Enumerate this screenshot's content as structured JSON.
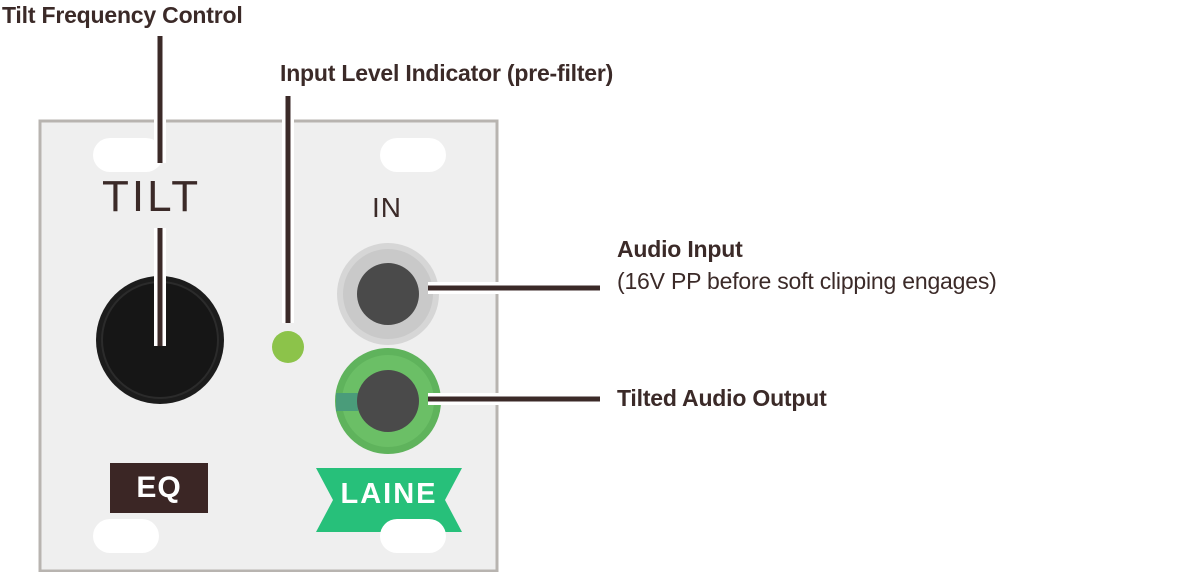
{
  "callouts": {
    "tilt_frequency": {
      "title": "Tilt Frequency Control"
    },
    "input_level": {
      "title": "Input Level Indicator (pre-filter)"
    },
    "audio_input": {
      "title": "Audio Input",
      "subtitle": "(16V PP before soft clipping engages)"
    },
    "tilted_output": {
      "title": "Tilted Audio Output"
    }
  },
  "panel": {
    "tilt_label": "TILT",
    "in_label": "IN",
    "eq_badge": "EQ",
    "brand_logo": "LAINE"
  },
  "colors": {
    "panel": "#efefef",
    "panel_border": "#b8b4b0",
    "leader_line": "#3b2a28",
    "knob": "#1c1c1c",
    "led": "#8cc34a",
    "input_jack_ring": "#d4d4d4",
    "output_jack_ring": "#5fb35c",
    "jack_hole": "#4a4a4a",
    "brand_green": "#27c07a",
    "eq_badge": "#3b2625"
  },
  "icons": {
    "knob": "rotary-knob-icon",
    "led": "led-indicator-icon",
    "jack": "audio-jack-icon"
  }
}
